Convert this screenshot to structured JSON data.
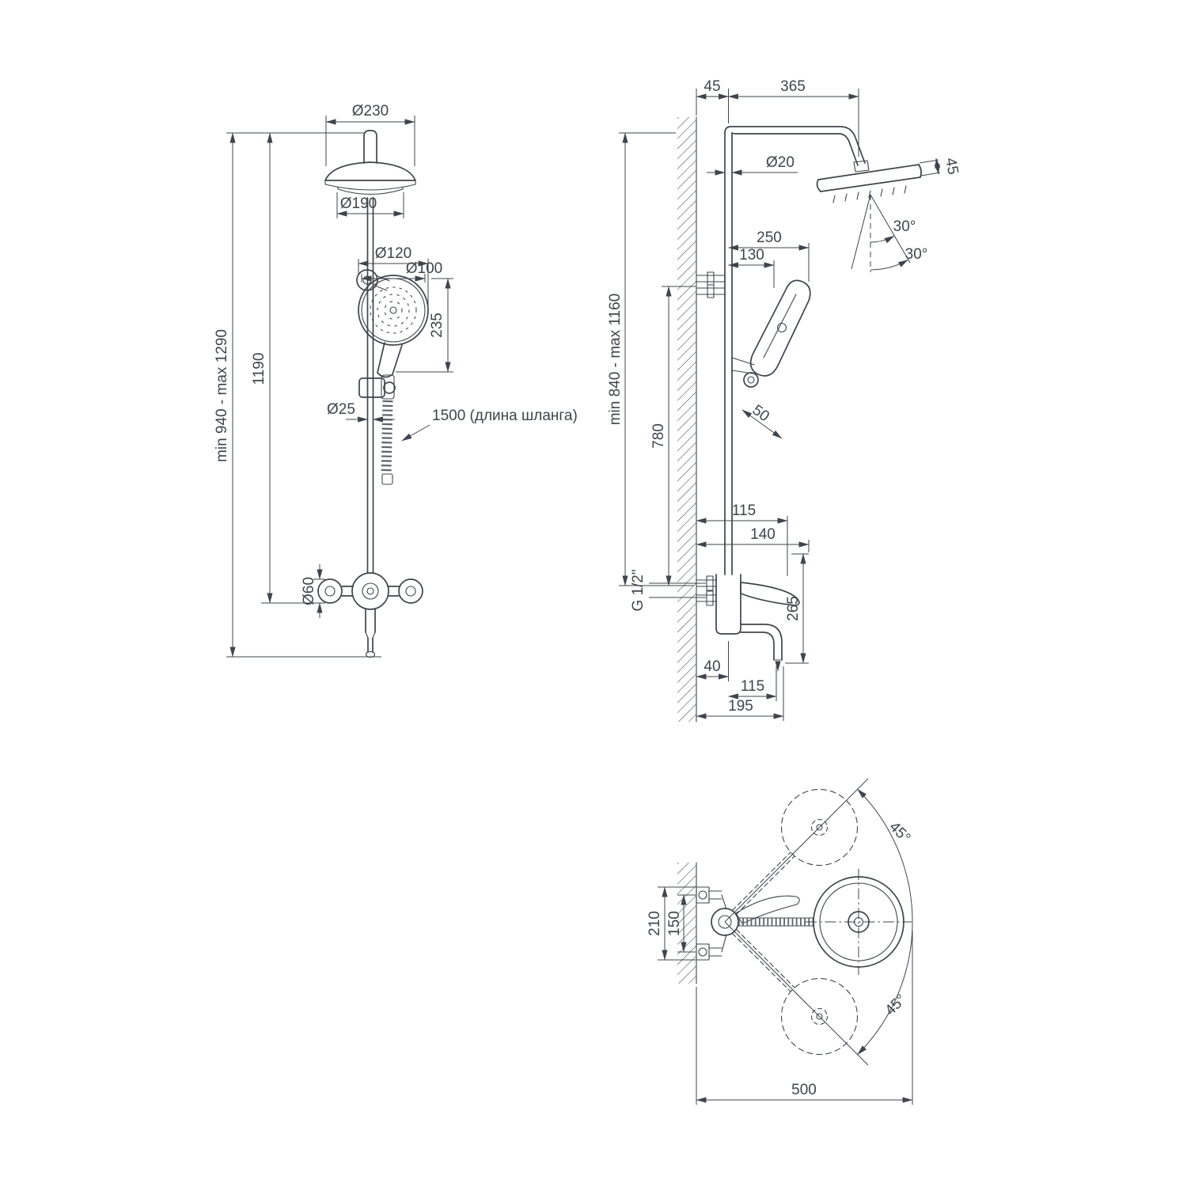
{
  "palette": {
    "ink": "#3f454b",
    "background": "#ffffff"
  },
  "front_view": {
    "d230": "Ø230",
    "d190": "Ø190",
    "d120": "Ø120",
    "d100": "Ø100",
    "len235": "235",
    "d25": "Ø25",
    "hose_note": "1500 (длина шланга)",
    "height_range": "min 940 - max 1290",
    "height_1190": "1190",
    "d60": "Ø60"
  },
  "side_view": {
    "off45": "45",
    "w365": "365",
    "d20": "Ø20",
    "head_t45": "45",
    "ang30a": "30°",
    "ang30b": "30°",
    "w250": "250",
    "w130": "130",
    "height_range": "min 840 - max 1160",
    "h780": "780",
    "off50": "50",
    "w115": "115",
    "w140": "140",
    "thread": "G 1/2\"",
    "h265": "265",
    "w40": "40",
    "w115b": "115",
    "w195": "195"
  },
  "top_view": {
    "ang45a": "45°",
    "ang45b": "45°",
    "h210": "210",
    "h150": "150",
    "w500": "500"
  }
}
